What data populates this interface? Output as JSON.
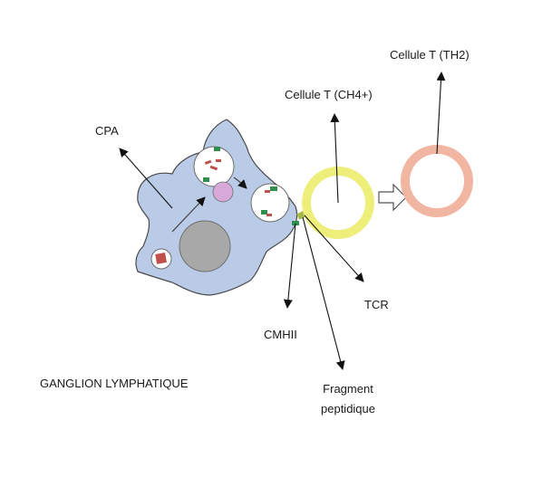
{
  "labels": {
    "cpa": "CPA",
    "cell_t_ch4": "Cellule T (CH4+)",
    "cell_t_th2": "Cellule T (TH2)",
    "tcr": "TCR",
    "cmhii": "CMHII",
    "fragment_line1": "Fragment",
    "fragment_line2": "peptidique",
    "ganglion": "GANGLION LYMPHATIQUE"
  },
  "colors": {
    "apc_fill": "#b9cbe6",
    "apc_stroke": "#4a4a4a",
    "nucleus": "#a8a8a8",
    "vesicle_pink": "#d8a8d8",
    "t_cell_ch4": "#eeee7a",
    "t_cell_th2": "#f0b6a2",
    "mhc_green": "#2f8f4f",
    "peptide_red": "#c0504d"
  }
}
